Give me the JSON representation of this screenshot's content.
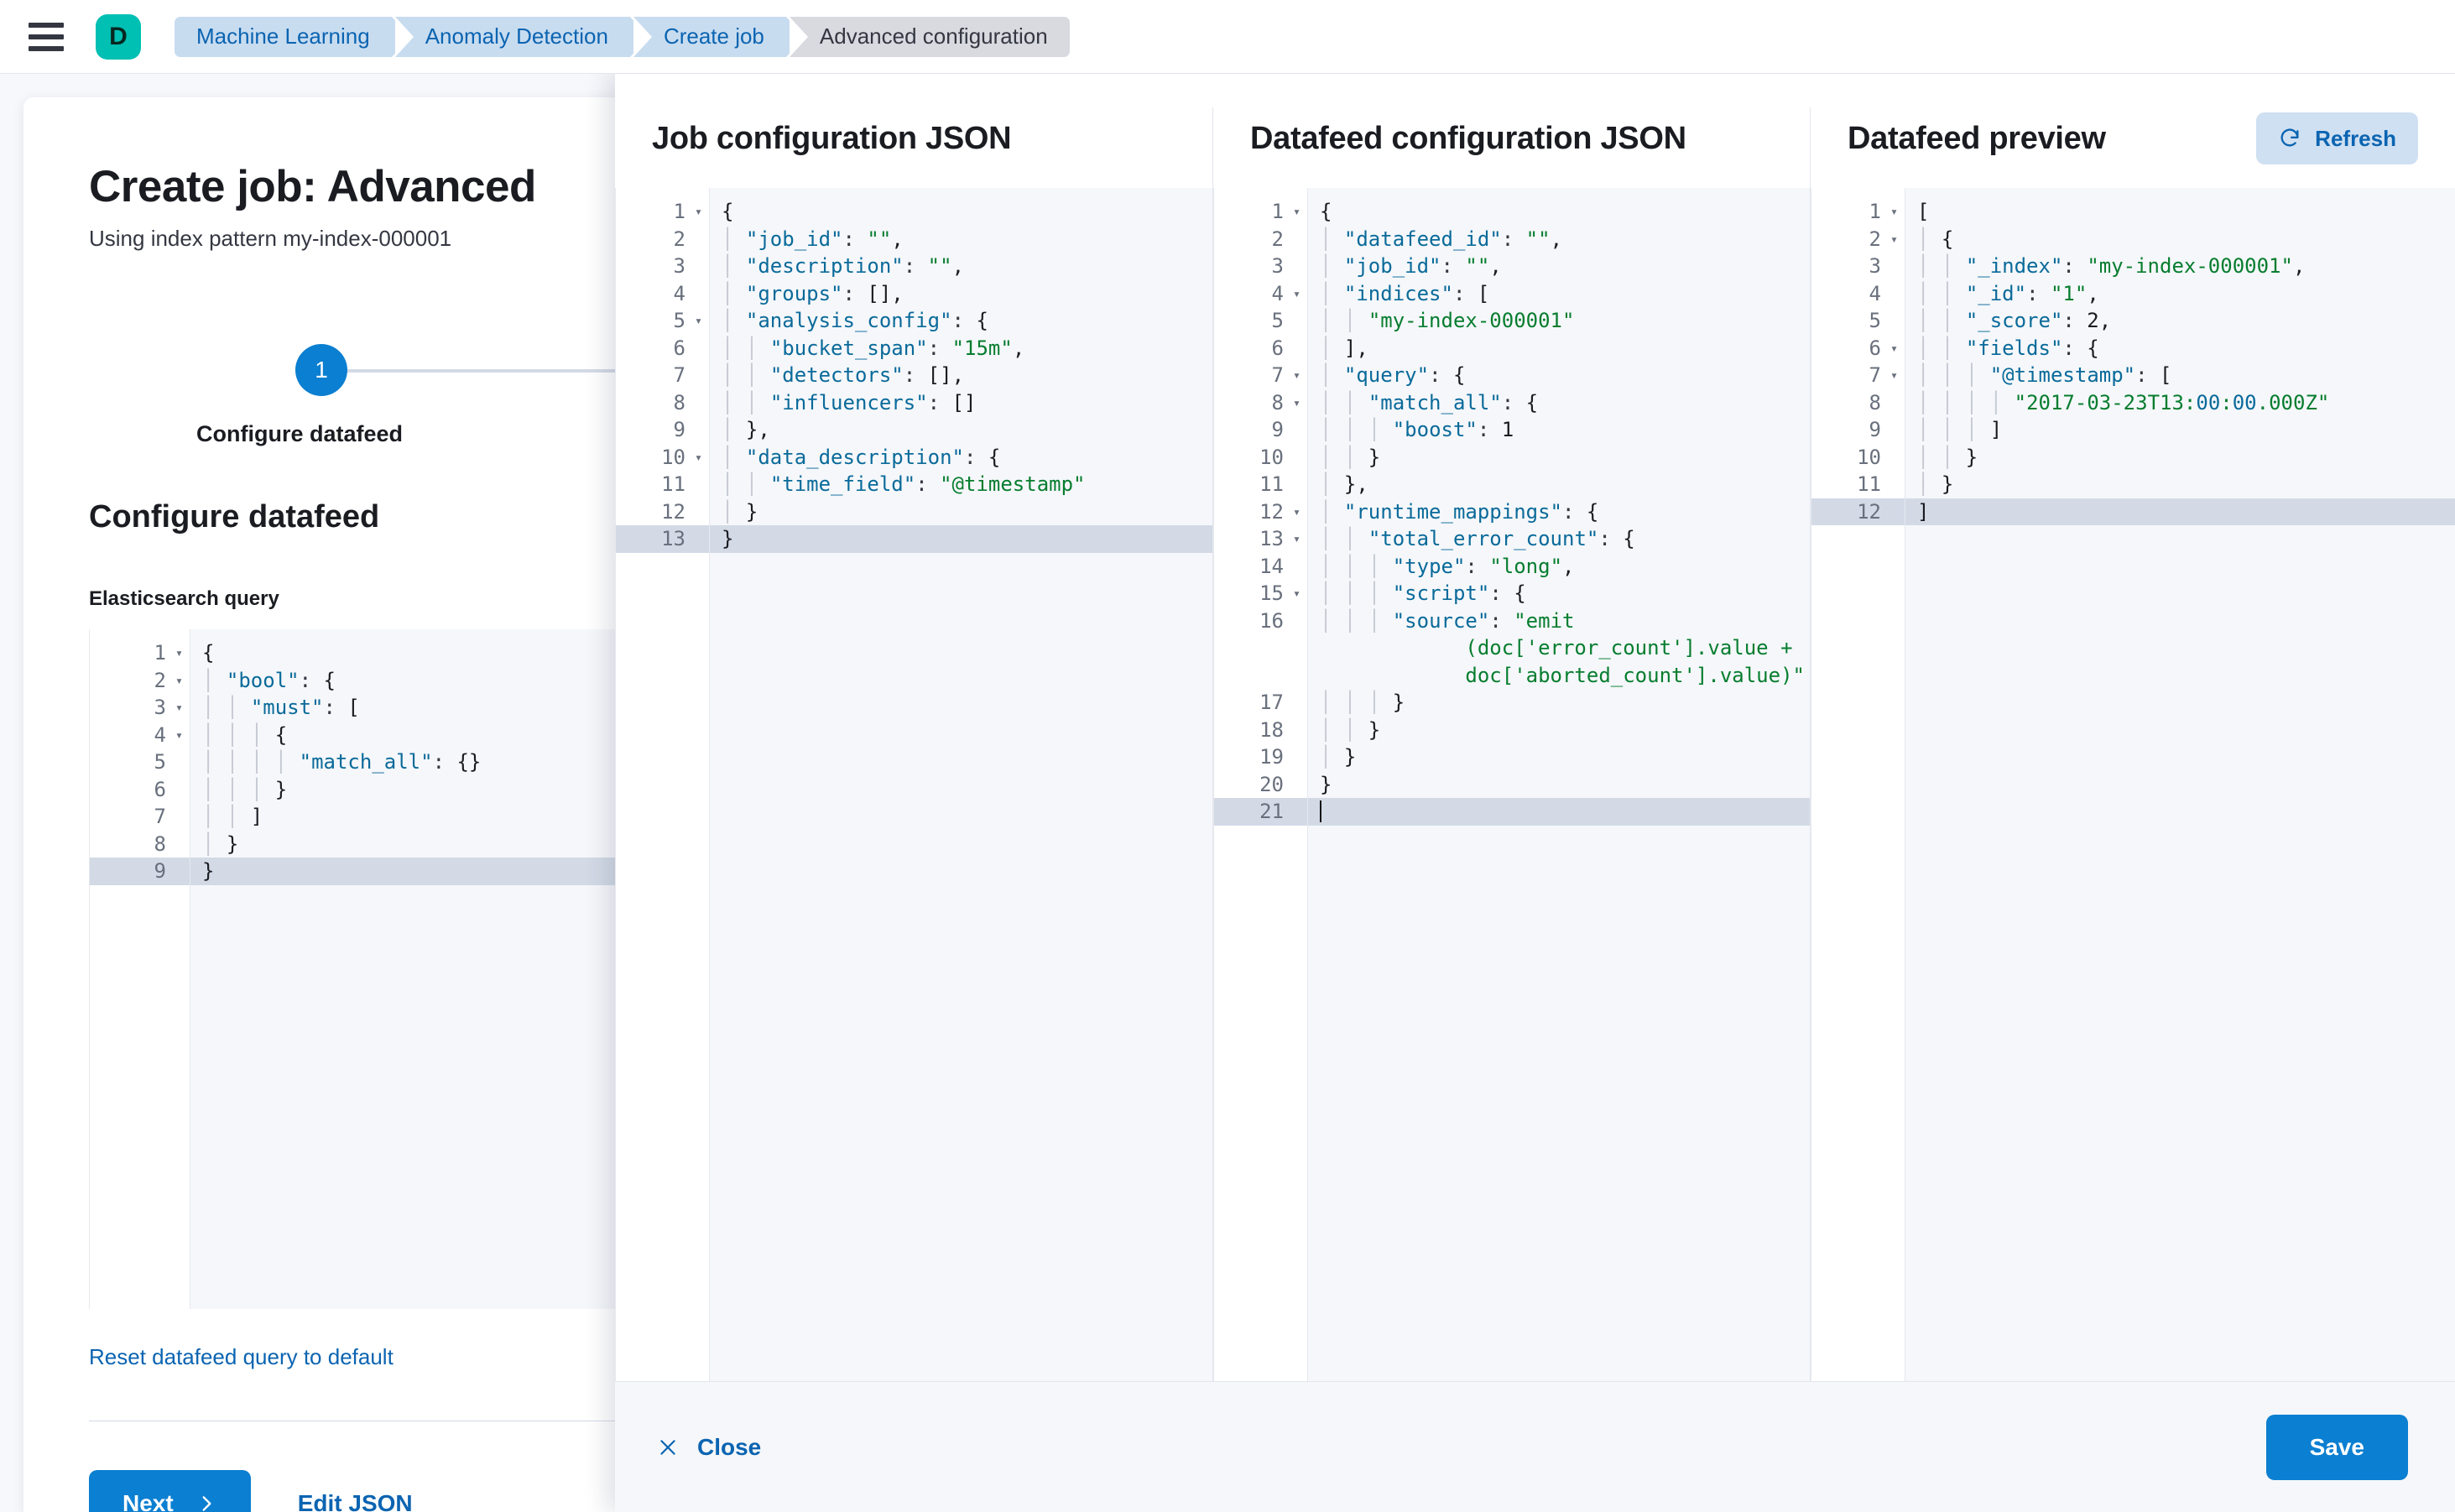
{
  "topbar": {
    "menu_icon": "hamburger-icon",
    "brand_letter": "D",
    "breadcrumbs": [
      {
        "label": "Machine Learning",
        "style": "blue"
      },
      {
        "label": "Anomaly Detection",
        "style": "blue"
      },
      {
        "label": "Create job",
        "style": "blue"
      },
      {
        "label": "Advanced configuration",
        "style": "gray"
      }
    ]
  },
  "page": {
    "title": "Create job: Advanced",
    "subtitle": "Using index pattern my-index-000001",
    "step_number": "1",
    "step_label": "Configure datafeed",
    "section_title": "Configure datafeed",
    "field_label": "Elasticsearch query",
    "reset_link": "Reset datafeed query to default",
    "next_label": "Next",
    "next_icon": "chevron-right-icon",
    "edit_json_label": "Edit JSON"
  },
  "colors": {
    "primary": "#0b7fd1",
    "link": "#0b64b1",
    "brand": "#00BFB3",
    "breadcrumb_blue": "#c8dcf0",
    "breadcrumb_gray": "#d8dae0",
    "editor_bg": "#f5f7fa",
    "active_line": "#d3dae6",
    "json_key": "#0a6a9a",
    "json_string": "#077d2f"
  },
  "es_query_editor": {
    "active_line": 9,
    "lines": [
      {
        "n": 1,
        "fold": true,
        "text": "{"
      },
      {
        "n": 2,
        "fold": true,
        "text": "  \"bool\": {"
      },
      {
        "n": 3,
        "fold": true,
        "text": "    \"must\": ["
      },
      {
        "n": 4,
        "fold": true,
        "text": "      {"
      },
      {
        "n": 5,
        "fold": false,
        "text": "        \"match_all\": {}"
      },
      {
        "n": 6,
        "fold": false,
        "text": "      }"
      },
      {
        "n": 7,
        "fold": false,
        "text": "    ]"
      },
      {
        "n": 8,
        "fold": false,
        "text": "  }"
      },
      {
        "n": 9,
        "fold": false,
        "text": "}"
      }
    ]
  },
  "flyout": {
    "panels": [
      {
        "title": "Job configuration JSON"
      },
      {
        "title": "Datafeed configuration JSON"
      },
      {
        "title": "Datafeed preview",
        "action_label": "Refresh",
        "action_icon": "refresh-icon"
      }
    ],
    "close_label": "Close",
    "close_icon": "close-x-icon",
    "save_label": "Save"
  },
  "job_config_editor": {
    "active_line": 13,
    "lines": [
      {
        "n": 1,
        "fold": true,
        "text": "{"
      },
      {
        "n": 2,
        "fold": false,
        "text": "  \"job_id\": \"\","
      },
      {
        "n": 3,
        "fold": false,
        "text": "  \"description\": \"\","
      },
      {
        "n": 4,
        "fold": false,
        "text": "  \"groups\": [],"
      },
      {
        "n": 5,
        "fold": true,
        "text": "  \"analysis_config\": {"
      },
      {
        "n": 6,
        "fold": false,
        "text": "    \"bucket_span\": \"15m\","
      },
      {
        "n": 7,
        "fold": false,
        "text": "    \"detectors\": [],"
      },
      {
        "n": 8,
        "fold": false,
        "text": "    \"influencers\": []"
      },
      {
        "n": 9,
        "fold": false,
        "text": "  },"
      },
      {
        "n": 10,
        "fold": true,
        "text": "  \"data_description\": {"
      },
      {
        "n": 11,
        "fold": false,
        "text": "    \"time_field\": \"@timestamp\""
      },
      {
        "n": 12,
        "fold": false,
        "text": "  }"
      },
      {
        "n": 13,
        "fold": false,
        "text": "}"
      }
    ]
  },
  "datafeed_config_editor": {
    "active_line": 21,
    "lines": [
      {
        "n": 1,
        "fold": true,
        "text": "{"
      },
      {
        "n": 2,
        "fold": false,
        "text": "  \"datafeed_id\": \"\","
      },
      {
        "n": 3,
        "fold": false,
        "text": "  \"job_id\": \"\","
      },
      {
        "n": 4,
        "fold": true,
        "text": "  \"indices\": ["
      },
      {
        "n": 5,
        "fold": false,
        "text": "    \"my-index-000001\""
      },
      {
        "n": 6,
        "fold": false,
        "text": "  ],"
      },
      {
        "n": 7,
        "fold": true,
        "text": "  \"query\": {"
      },
      {
        "n": 8,
        "fold": true,
        "text": "    \"match_all\": {"
      },
      {
        "n": 9,
        "fold": false,
        "text": "      \"boost\": 1"
      },
      {
        "n": 10,
        "fold": false,
        "text": "    }"
      },
      {
        "n": 11,
        "fold": false,
        "text": "  },"
      },
      {
        "n": 12,
        "fold": true,
        "text": "  \"runtime_mappings\": {"
      },
      {
        "n": 13,
        "fold": true,
        "text": "    \"total_error_count\": {"
      },
      {
        "n": 14,
        "fold": false,
        "text": "      \"type\": \"long\","
      },
      {
        "n": 15,
        "fold": true,
        "text": "      \"script\": {"
      },
      {
        "n": 16,
        "fold": false,
        "text": "        \"source\": \"emit(doc['error_count'].value + doc['aborted_count'].value)\""
      },
      {
        "n": 17,
        "fold": false,
        "text": "      }"
      },
      {
        "n": 18,
        "fold": false,
        "text": "    }"
      },
      {
        "n": 19,
        "fold": false,
        "text": "  }"
      },
      {
        "n": 20,
        "fold": false,
        "text": "}"
      },
      {
        "n": 21,
        "fold": false,
        "text": ""
      }
    ]
  },
  "datafeed_preview_editor": {
    "active_line": 12,
    "lines": [
      {
        "n": 1,
        "fold": true,
        "text": "["
      },
      {
        "n": 2,
        "fold": true,
        "text": "  {"
      },
      {
        "n": 3,
        "fold": false,
        "text": "    \"_index\": \"my-index-000001\","
      },
      {
        "n": 4,
        "fold": false,
        "text": "    \"_id\": \"1\","
      },
      {
        "n": 5,
        "fold": false,
        "text": "    \"_score\": 2,"
      },
      {
        "n": 6,
        "fold": true,
        "text": "    \"fields\": {"
      },
      {
        "n": 7,
        "fold": true,
        "text": "      \"@timestamp\": ["
      },
      {
        "n": 8,
        "fold": false,
        "text": "        \"2017-03-23T13:00:00.000Z\""
      },
      {
        "n": 9,
        "fold": false,
        "text": "      ]"
      },
      {
        "n": 10,
        "fold": false,
        "text": "    }"
      },
      {
        "n": 11,
        "fold": false,
        "text": "  }"
      },
      {
        "n": 12,
        "fold": false,
        "text": "]"
      }
    ]
  }
}
